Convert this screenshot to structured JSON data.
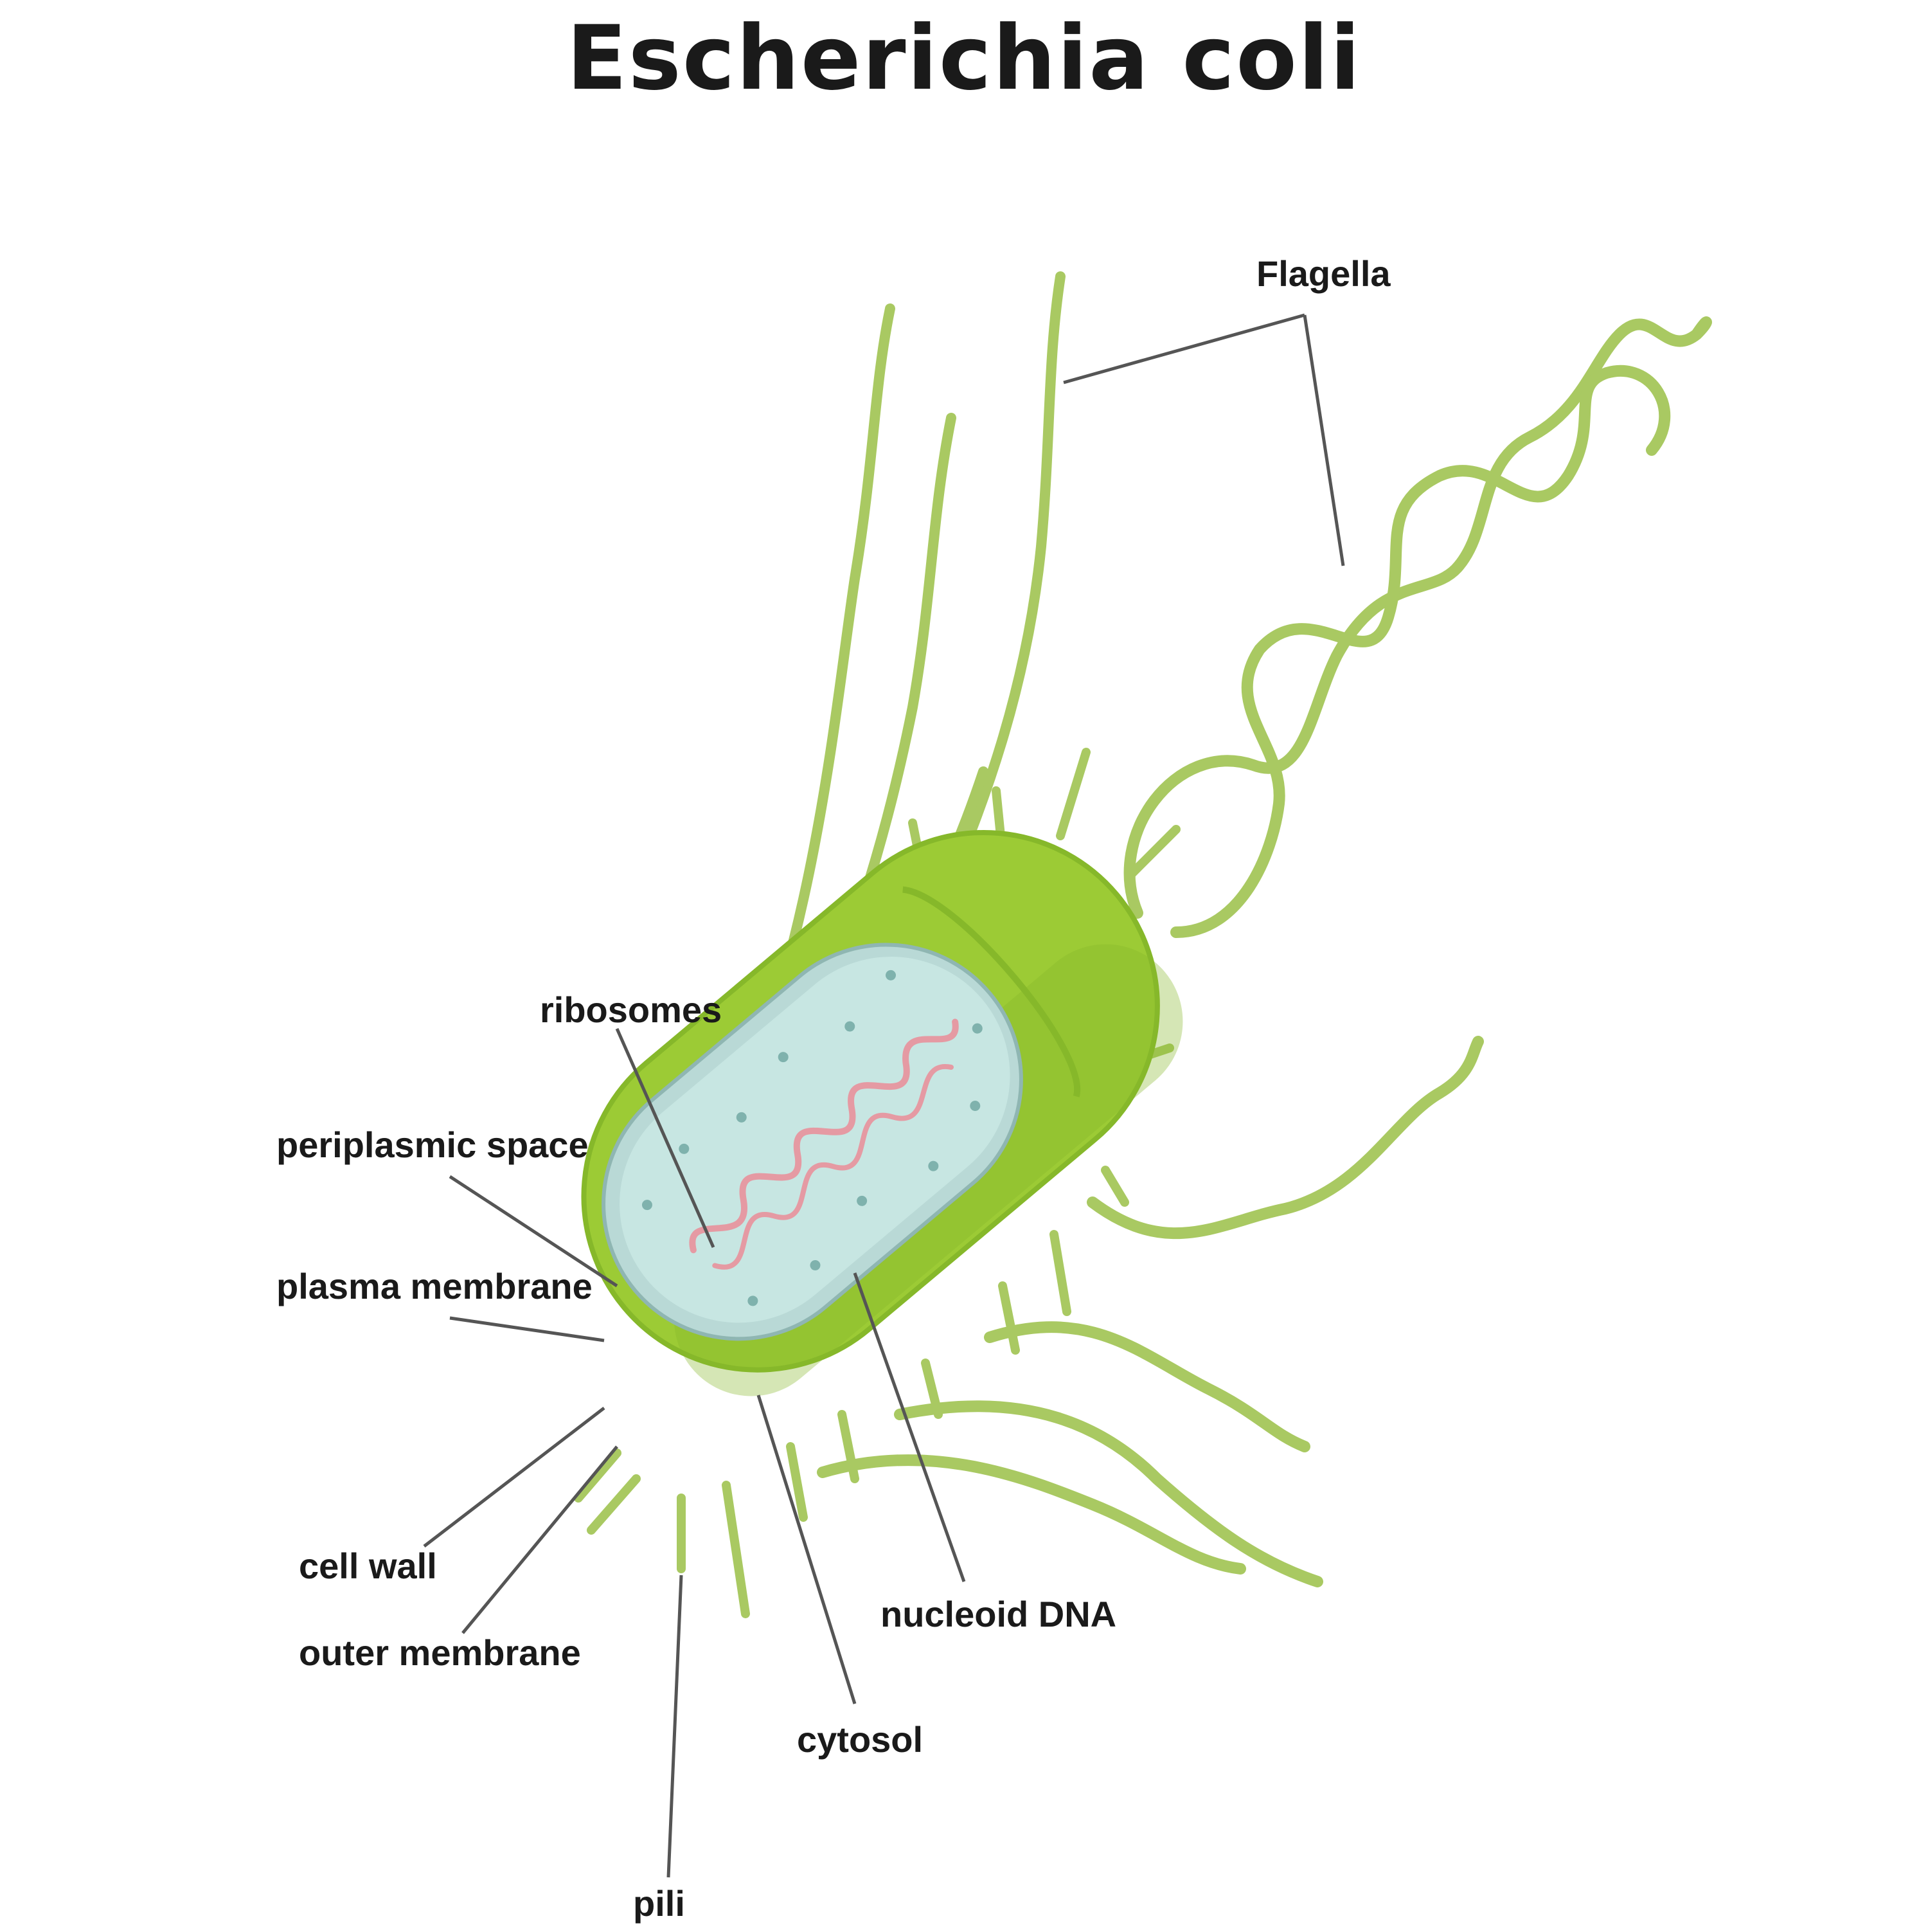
{
  "diagram": {
    "title": "Escherichia coli",
    "labels": {
      "flagella": "Flagella",
      "ribosomes": "ribosomes",
      "periplasmic_space": "periplasmic space",
      "plasma_membrane": "plasma membrane",
      "cell_wall": "cell wall",
      "outer_membrane": "outer membrane",
      "nucleoid_dna": "nucleoid DNA",
      "cytosol": "cytosol",
      "pili": "pili"
    },
    "colors": {
      "outer_body": "#9ccb35",
      "outer_body_dark": "#86b82a",
      "strands": "#a9c962",
      "cytoplasm": "#c7e6e2",
      "membrane": "#b9d9d6",
      "dna": "#e59aa3",
      "leader_lines": "#555555"
    }
  }
}
